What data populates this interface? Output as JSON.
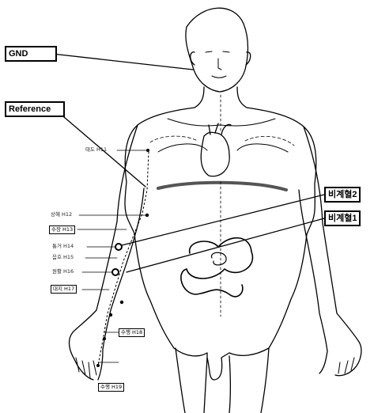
{
  "callouts": {
    "gnd": "GND",
    "reference": "Reference",
    "electrode2": "비계혈2",
    "electrode1": "비계혈1"
  },
  "points": {
    "p1": "태도 H11",
    "p2": "상혜 H12",
    "p3": "수장 H13",
    "p4": "통거 H14",
    "p5": "음호 H15",
    "p6": "원활 H16",
    "p7": "대지 H17",
    "p8": "수행 H18",
    "p9": "수행 H19"
  },
  "colors": {
    "line": "#000000",
    "muscle": "#555555",
    "background": "#ffffff"
  }
}
